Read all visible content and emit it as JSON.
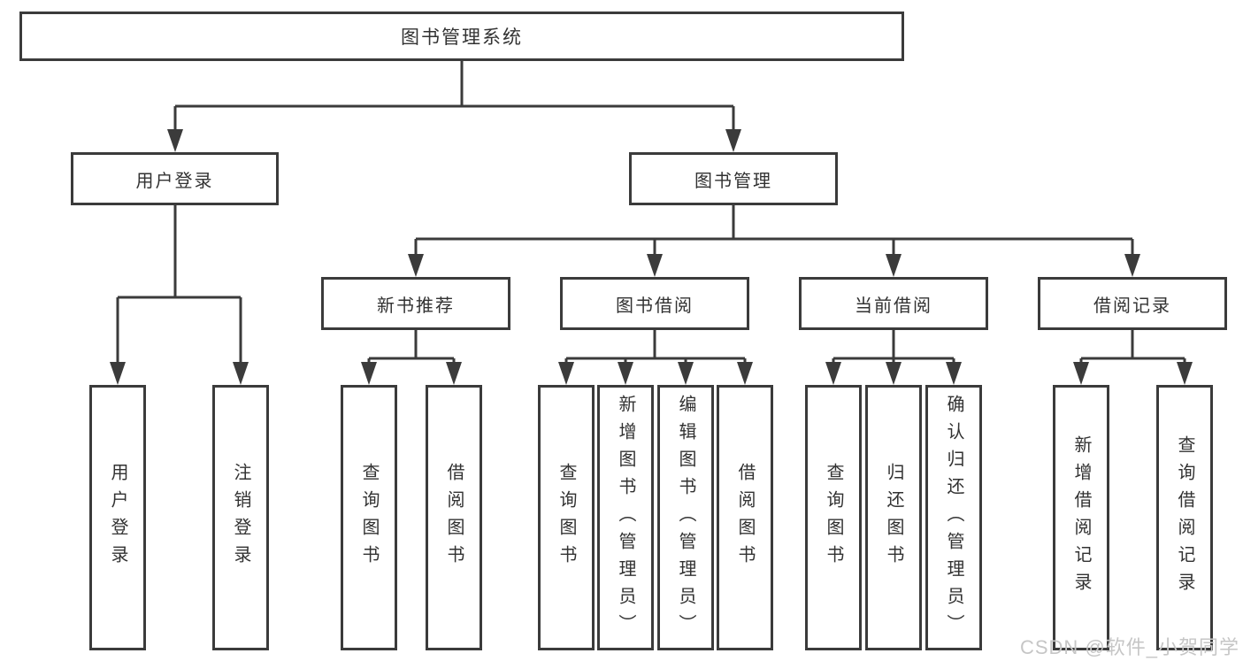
{
  "colors": {
    "line": "#3b3b3b",
    "text": "#323232",
    "watermark": "#c6c6c6",
    "background": "#ffffff"
  },
  "watermark": {
    "text": "CSDN @软件_小贺同学"
  },
  "tree": {
    "root": {
      "label": "图书管理系统"
    },
    "level2": [
      {
        "label": "用户登录",
        "leaves": [
          {
            "label": "用户登录"
          },
          {
            "label": "注销登录"
          }
        ]
      },
      {
        "label": "图书管理",
        "groups": [
          {
            "label": "新书推荐",
            "leaves": [
              {
                "label": "查询图书"
              },
              {
                "label": "借阅图书"
              }
            ]
          },
          {
            "label": "图书借阅",
            "leaves": [
              {
                "label": "查询图书"
              },
              {
                "label": "新增图书（管理员）"
              },
              {
                "label": "编辑图书（管理员）"
              },
              {
                "label": "借阅图书"
              }
            ]
          },
          {
            "label": "当前借阅",
            "leaves": [
              {
                "label": "查询图书"
              },
              {
                "label": "归还图书"
              },
              {
                "label": "确认归还（管理员）"
              }
            ]
          },
          {
            "label": "借阅记录",
            "leaves": [
              {
                "label": "新增借阅记录"
              },
              {
                "label": "查询借阅记录"
              }
            ]
          }
        ]
      }
    ]
  }
}
